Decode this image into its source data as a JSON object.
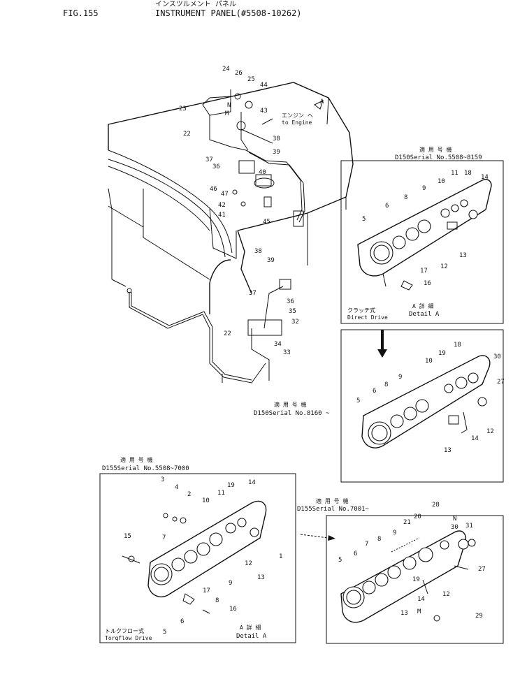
{
  "header": {
    "fig": "FIG.155",
    "jp_title": "インスツルメント パネル",
    "title": "INSTRUMENT PANEL(#5508-10262)"
  },
  "main_view": {
    "engine_jp": "エンジン へ",
    "engine_en": "to Engine",
    "arrow_label": "A",
    "callouts": [
      "24",
      "26",
      "25",
      "44",
      "23",
      "N",
      "43",
      "M",
      "22",
      "38",
      "39",
      "37",
      "36",
      "40",
      "46",
      "47",
      "42",
      "41",
      "45",
      "38",
      "39",
      "37",
      "36",
      "35",
      "32",
      "34",
      "33",
      "22"
    ]
  },
  "panels": {
    "direct_drive": {
      "serial_jp": "適 用 号 機",
      "serial": "D150Serial No.5508~8159",
      "callouts": [
        "10",
        "11",
        "18",
        "14",
        "5",
        "6",
        "8",
        "9",
        "12",
        "13",
        "17",
        "16"
      ],
      "drive_jp": "クラッチ式",
      "drive": "Direct Drive",
      "detail_jp": "A 詳 細",
      "detail": "Detail A"
    },
    "d150_8160": {
      "serial_jp": "適 用 号 機",
      "serial": "D150Serial No.8160 ~",
      "callouts": [
        "19",
        "18",
        "10",
        "30",
        "27",
        "6",
        "8",
        "9",
        "5",
        "12",
        "14",
        "13"
      ]
    },
    "torqflow": {
      "serial_jp": "適 用 号 機",
      "serial": "D155Serial No.5508~7000",
      "callouts": [
        "3",
        "4",
        "2",
        "19",
        "14",
        "10",
        "11",
        "15",
        "7",
        "1",
        "12",
        "13",
        "9",
        "17",
        "8",
        "16",
        "6",
        "5"
      ],
      "drive_jp": "トルクフロー式",
      "drive": "Torqflow Drive",
      "detail_jp": "A 詳 細",
      "detail": "Detail A"
    },
    "d155_7001": {
      "serial_jp": "適 用 号 機",
      "serial": "D155Serial No.7001~",
      "callouts": [
        "28",
        "20",
        "21",
        "N",
        "30",
        "31",
        "5",
        "6",
        "7",
        "8",
        "9",
        "27",
        "19",
        "12",
        "14",
        "13",
        "M",
        "29"
      ]
    }
  }
}
